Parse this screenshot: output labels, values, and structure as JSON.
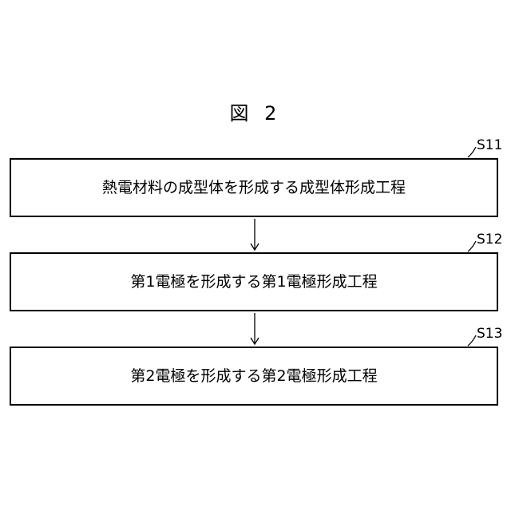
{
  "figure": {
    "title": "図 2"
  },
  "steps": [
    {
      "id": "S11",
      "text": "熱電材料の成型体を形成する成型体形成工程"
    },
    {
      "id": "S12",
      "text": "第1電極を形成する第1電極形成工程"
    },
    {
      "id": "S13",
      "text": "第2電極を形成する第2電極形成工程"
    }
  ]
}
